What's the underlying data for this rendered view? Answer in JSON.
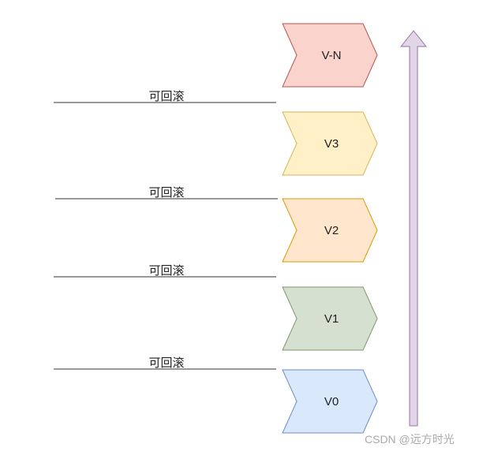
{
  "versions": [
    {
      "label": "V-N",
      "fill": "#fad3cd",
      "stroke": "#b85450"
    },
    {
      "label": "V3",
      "fill": "#fff0c8",
      "stroke": "#d6b656"
    },
    {
      "label": "V2",
      "fill": "#ffe6cc",
      "stroke": "#d79b00"
    },
    {
      "label": "V1",
      "fill": "#d5e0d0",
      "stroke": "#82966d"
    },
    {
      "label": "V0",
      "fill": "#dae8fc",
      "stroke": "#6c8ebf"
    }
  ],
  "separators": [
    {
      "label": "可回滚"
    },
    {
      "label": "可回滚"
    },
    {
      "label": "可回滚"
    },
    {
      "label": "可回滚"
    }
  ],
  "arrow": {
    "fill": "#e1d5e7",
    "stroke": "#9673a6"
  },
  "watermark": "CSDN @远方时光"
}
